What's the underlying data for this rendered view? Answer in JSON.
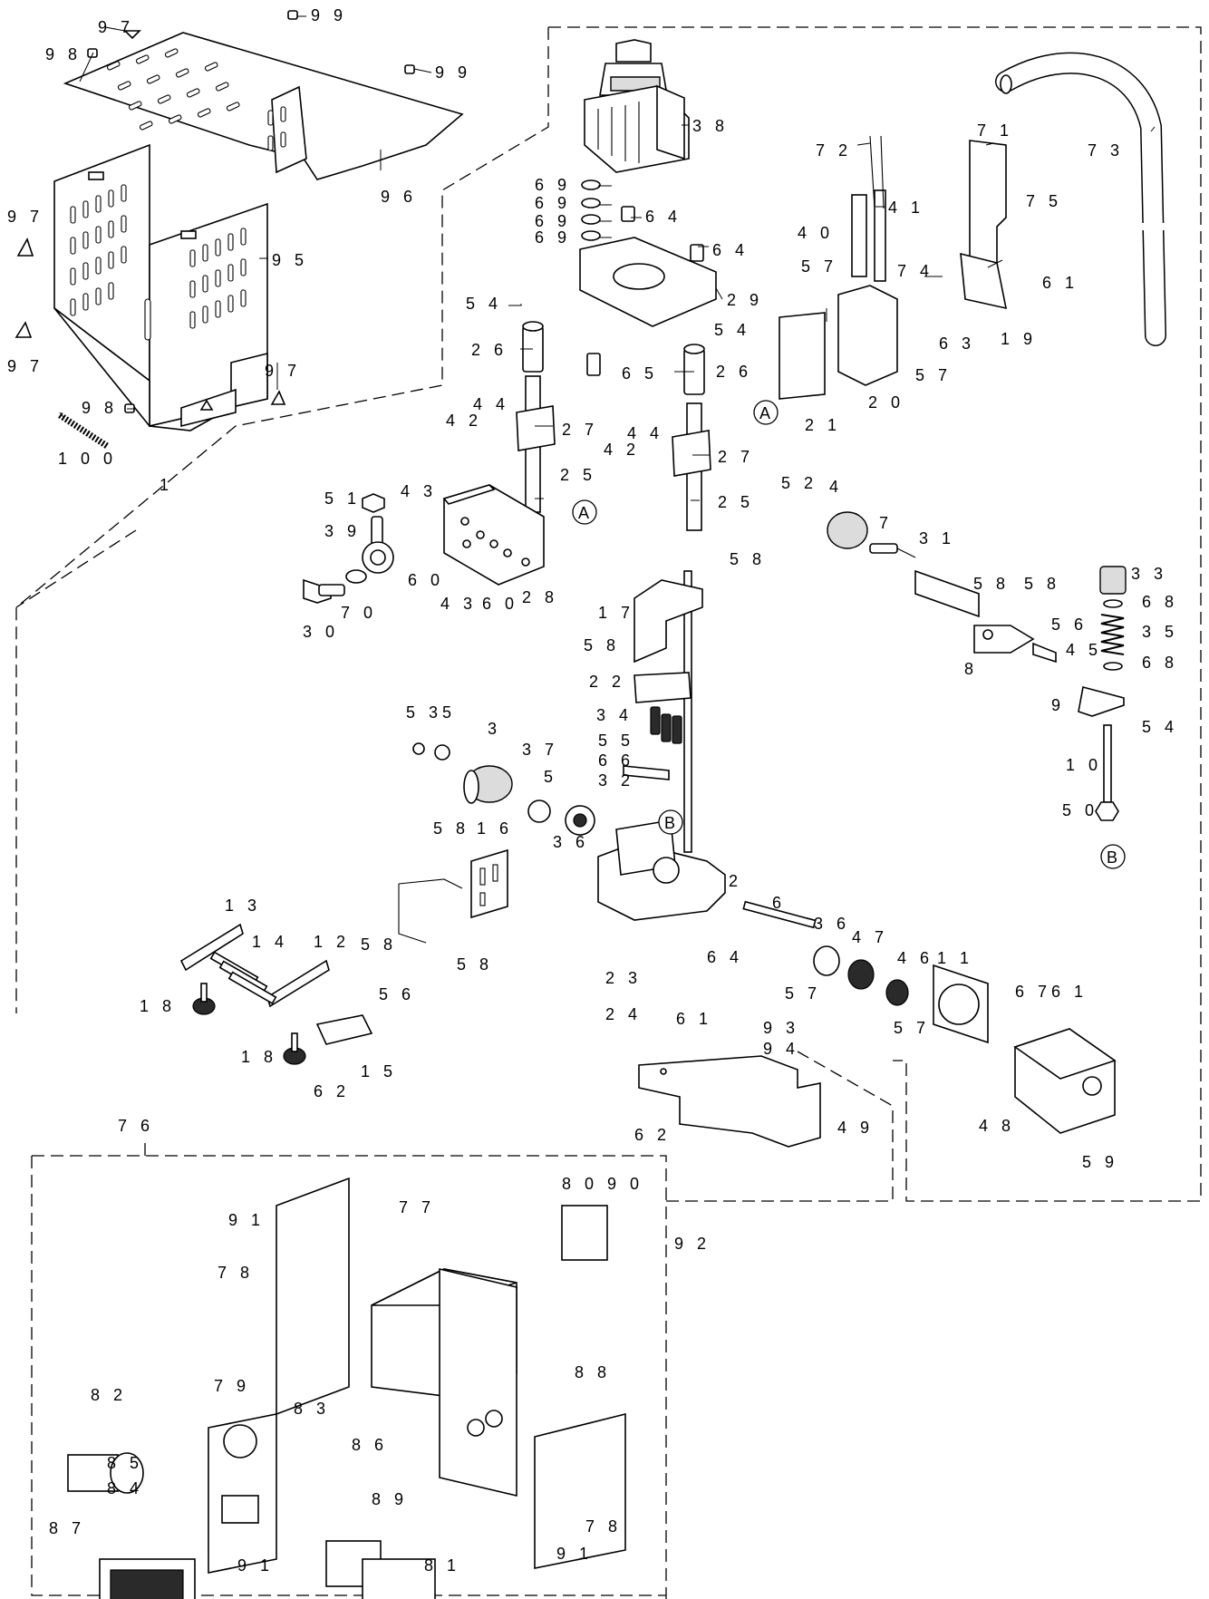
{
  "callouts": {
    "p1": "1",
    "p2": "2",
    "p3": "3",
    "p4": "4",
    "p5a": "5",
    "p5b": "5",
    "p6": "6",
    "p7": "7",
    "p8": "8",
    "p9": "9",
    "p10": "1 0",
    "p11": "1 1",
    "p12": "1 2",
    "p13": "1 3",
    "p14": "1 4",
    "p15": "1 5",
    "p16": "1 6",
    "p17": "1 7",
    "p18a": "1 8",
    "p18b": "1 8",
    "p19": "1 9",
    "p20": "2 0",
    "p21": "2 1",
    "p22": "2 2",
    "p23": "2 3",
    "p24": "2 4",
    "p25a": "2 5",
    "p25b": "2 5",
    "p26a": "2 6",
    "p26b": "2 6",
    "p27a": "2 7",
    "p27b": "2 7",
    "p28": "2 8",
    "p29": "2 9",
    "p30": "3 0",
    "p31": "3 1",
    "p32": "3 2",
    "p33": "3 3",
    "p34": "3 4",
    "p35": "3 5",
    "p36a": "3 6",
    "p36b": "3 6",
    "p37": "3 7",
    "p38": "3 8",
    "p39": "3 9",
    "p40": "4 0",
    "p41": "4 1",
    "p42a": "4 2",
    "p42b": "4 2",
    "p43a": "4 3",
    "p43b": "4 3",
    "p44a": "4 4",
    "p44b": "4 4",
    "p45": "4 5",
    "p46": "4 6",
    "p47": "4 7",
    "p48": "4 8",
    "p49": "4 9",
    "p50": "5 0",
    "p51": "5 1",
    "p52": "5 2",
    "p53": "5 3",
    "p54a": "5 4",
    "p54b": "5 4",
    "p54c": "5 4",
    "p55": "5 5",
    "p56a": "5 6",
    "p56b": "5 6",
    "p57a": "5 7",
    "p57b": "5 7",
    "p57c": "5 7",
    "p57d": "5 7",
    "p58a": "5 8",
    "p58b": "5 8",
    "p58c": "5 8",
    "p58d": "5 8",
    "p58e": "5 8",
    "p58f": "5 8",
    "p58g": "5 8",
    "p59": "5 9",
    "p60a": "6 0",
    "p60b": "6 0",
    "p61a": "6 1",
    "p61b": "6 1",
    "p61c": "6 1",
    "p62a": "6 2",
    "p62b": "6 2",
    "p63": "6 3",
    "p64a": "6 4",
    "p64b": "6 4",
    "p64c": "6 4",
    "p65": "6 5",
    "p66": "6 6",
    "p67": "6 7",
    "p68a": "6 8",
    "p68b": "6 8",
    "p69a": "6 9",
    "p69b": "6 9",
    "p69c": "6 9",
    "p69d": "6 9",
    "p70": "7 0",
    "p71": "7 1",
    "p72": "7 2",
    "p73": "7 3",
    "p74": "7 4",
    "p75": "7 5",
    "p76": "7 6",
    "p77": "7 7",
    "p78a": "7 8",
    "p78b": "7 8",
    "p79": "7 9",
    "p80": "8 0",
    "p81": "8 1",
    "p82": "8 2",
    "p83": "8 3",
    "p84": "8 4",
    "p85": "8 5",
    "p86": "8 6",
    "p87": "8 7",
    "p88": "8 8",
    "p89": "8 9",
    "p90": "9 0",
    "p91a": "9 1",
    "p91b": "9 1",
    "p91c": "9 1",
    "p92": "9 2",
    "p93": "9 3",
    "p94": "9 4",
    "p95": "9 5",
    "p96": "9 6",
    "p97a": "9 7",
    "p97b": "9 7",
    "p97c": "9 7",
    "p97d": "9 7",
    "p98a": "9 8",
    "p98b": "9 8",
    "p99a": "9 9",
    "p99b": "9 9",
    "p100": "1 0 0"
  },
  "references": {
    "A1": "A",
    "A2": "A",
    "B1": "B",
    "B2": "B"
  }
}
